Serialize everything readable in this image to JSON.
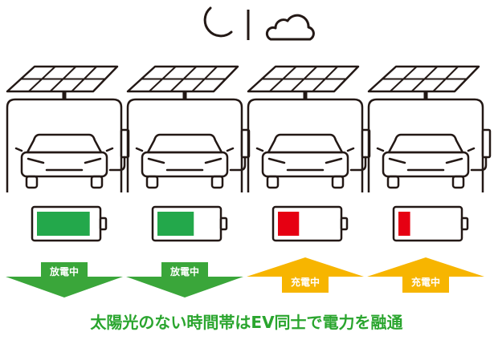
{
  "header": {
    "night_icon": "moon-icon",
    "cloud_icon": "cloud-icon"
  },
  "stations": [
    {
      "flow": {
        "label": "放電中",
        "direction": "down",
        "color": "#3aa63a"
      },
      "battery": {
        "level": 0.9,
        "color": "#23a84b"
      }
    },
    {
      "flow": {
        "label": "放電中",
        "direction": "down",
        "color": "#3aa63a"
      },
      "battery": {
        "level": 0.62,
        "color": "#23a84b"
      }
    },
    {
      "flow": {
        "label": "充電中",
        "direction": "up",
        "color": "#f7b500"
      },
      "battery": {
        "level": 0.36,
        "color": "#e60012"
      }
    },
    {
      "flow": {
        "label": "充電中",
        "direction": "up",
        "color": "#f7b500"
      },
      "battery": {
        "level": 0.2,
        "color": "#e60012"
      }
    }
  ],
  "caption": {
    "text": "太陽光のない時間帯はEV同士で電力を融通",
    "color": "#2aa52e"
  },
  "line_color": "#231815"
}
